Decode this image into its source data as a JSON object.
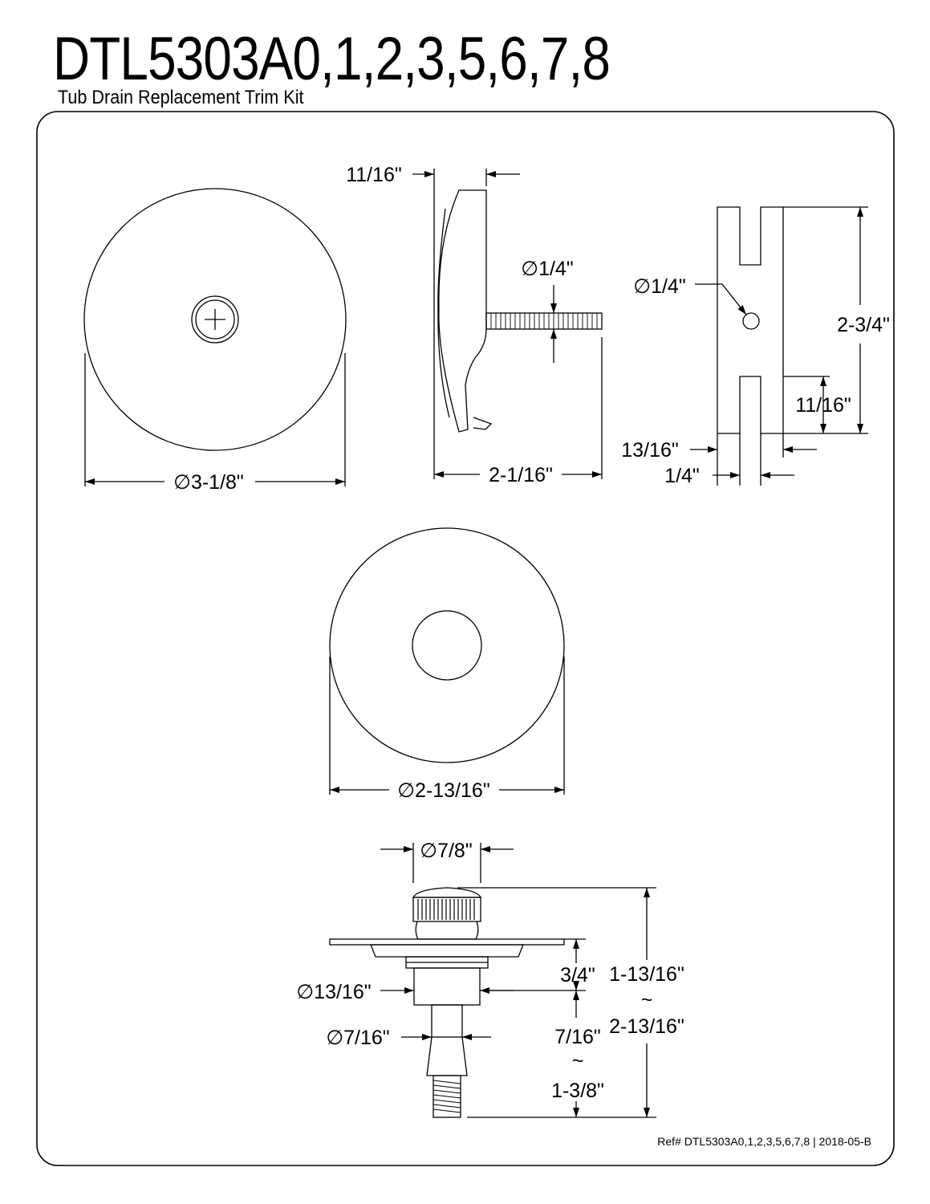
{
  "header": {
    "title": "DTL5303A0,1,2,3,5,6,7,8",
    "subtitle": "Tub Drain Replacement Trim Kit"
  },
  "dimensions": {
    "faceplate_diameter": "∅3-1/8\"",
    "faceplate_depth": "11/16\"",
    "screw_diameter": "∅1/4\"",
    "faceplate_side_width": "2-1/16\"",
    "linkage_hole_diameter": "∅1/4\"",
    "linkage_height": "2-3/4\"",
    "linkage_slot_depth": "11/16\"",
    "linkage_width": "13/16\"",
    "linkage_slot_width": "1/4\"",
    "flange_diameter": "∅2-13/16\"",
    "stopper_cap_diameter": "∅7/8\"",
    "body_diameter": "∅13/16\"",
    "stem_diameter": "∅7/16\"",
    "flange_height": "3/4\"",
    "stem_length_min": "7/16\"",
    "range_separator_1": "~",
    "stem_length_max": "1-3/8\"",
    "total_height_min": "1-13/16\"",
    "range_separator_2": "~",
    "total_height_max": "2-13/16\""
  },
  "footer": {
    "reference": "Ref# DTL5303A0,1,2,3,5,6,7,8 | 2018-05-B"
  }
}
